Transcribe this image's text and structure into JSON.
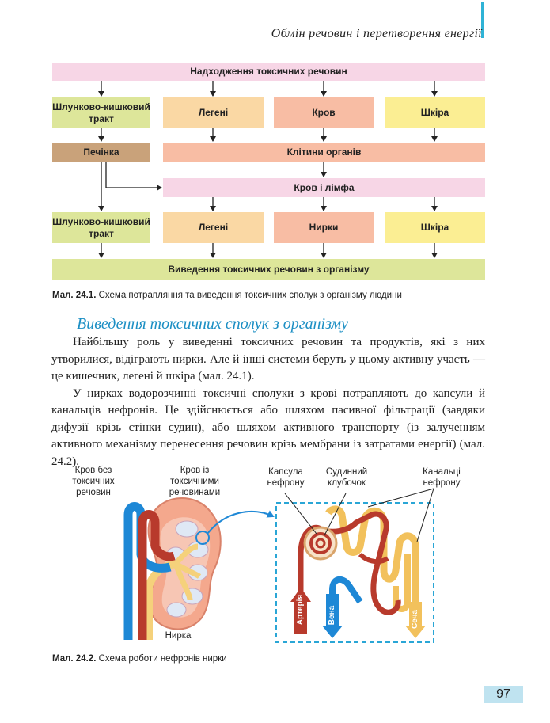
{
  "header": {
    "running_title": "Обмін речовин і перетворення енергії"
  },
  "scheme": {
    "top": "Надходження токсичних речовин",
    "row1": [
      "Шлунково-кишковий тракт",
      "Легені",
      "Кров",
      "Шкіра"
    ],
    "liver": "Печінка",
    "cells": "Клітини органів",
    "blood_lymph": "Кров і лімфа",
    "row2": [
      "Шлунково-кишковий тракт",
      "Легені",
      "Нирки",
      "Шкіра"
    ],
    "bottom": "Виведення токсичних речовин з організму",
    "colors": {
      "pink": "#f7d6e6",
      "green": "#dde69a",
      "peach": "#fad8a4",
      "salmon": "#f8bda4",
      "yellow": "#fbee93",
      "brown": "#c9a27a"
    }
  },
  "fig1_caption": {
    "label": "Мал. 24.1.",
    "text": "Схема потрапляння та виведення токсичних сполук з організму людини"
  },
  "section": {
    "heading": "Виведення токсичних сполук з організму",
    "paragraphs": [
      "Найбільшу роль у виведенні токсичних речовин та продуктів, які з них утворилися, відіграють нирки. Але й інші системи беруть у цьому активну участь — це кишечник, легені й шкіра (мал. 24.1).",
      "У нирках водорозчинні токсичні сполуки з крові потрапляють до капсули й канальців нефронів. Це здійснюється або шляхом пасивної фільтрації (завдяки дифузії крізь стінки судин), або шляхом активного транспорту (із залученням активного механізму перенесення речовин крізь мембрани із затратами енергії) (мал. 24.2)."
    ]
  },
  "fig2": {
    "labels": {
      "clean_blood": "Кров без токсичних речовин",
      "toxic_blood": "Кров із токсичними речовинами",
      "capsule": "Капсула нефрону",
      "glomerulus": "Судинний клубочок",
      "tubules": "Канальці нефрону",
      "kidney": "Нирка",
      "artery": "Артерія",
      "vein": "Вена",
      "urine": "Сеча"
    },
    "colors": {
      "vein": "#1e88d6",
      "artery": "#b83a2c",
      "urine": "#f2c15c",
      "frame": "#2aa6d6"
    }
  },
  "fig2_caption": {
    "label": "Мал. 24.2.",
    "text": "Схема роботи нефронів нирки"
  },
  "page_number": "97"
}
